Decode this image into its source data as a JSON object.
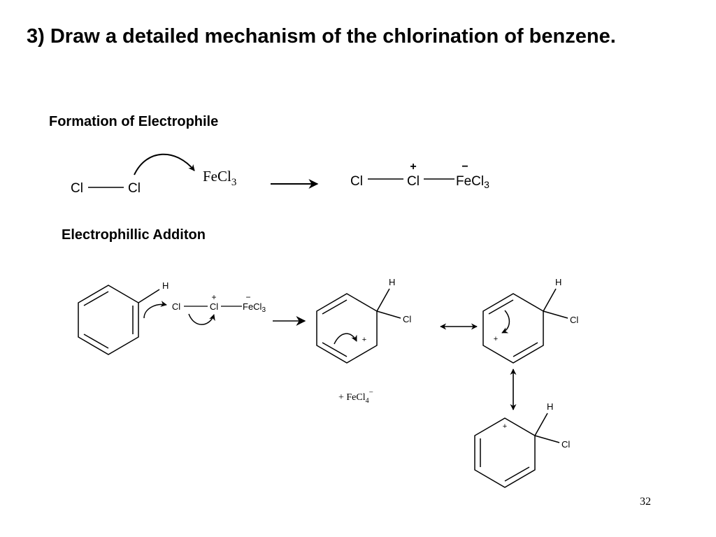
{
  "slide": {
    "title": "3) Draw a detailed mechanism of the chlorination of benzene.",
    "page_number": "32"
  },
  "section1": {
    "heading": "Formation of Electrophile",
    "reactant_atom_1": "Cl",
    "reactant_atom_2": "Cl",
    "lewis_acid_main": "FeCl",
    "lewis_acid_sub": "3",
    "product_atom_1": "Cl",
    "product_atom_2": "Cl",
    "product_plus": "+",
    "product_minus": "−",
    "product_fe": "FeCl",
    "product_fe_sub": "3"
  },
  "section2": {
    "heading": "Electrophillic Additon",
    "benzene_h": "H",
    "complex_cl_1": "Cl",
    "complex_cl_2": "Cl",
    "complex_plus": "+",
    "complex_minus": "−",
    "complex_fe": "FeCl",
    "complex_fe_sub": "3",
    "sigma1_h": "H",
    "sigma1_cl": "Cl",
    "sigma1_plus": "+",
    "byproduct_prefix": "+ FeCl",
    "byproduct_sub": "4",
    "byproduct_charge": "−",
    "sigma2_h": "H",
    "sigma2_cl": "Cl",
    "sigma2_plus": "+",
    "sigma3_h": "H",
    "sigma3_cl": "Cl",
    "sigma3_plus": "+"
  }
}
